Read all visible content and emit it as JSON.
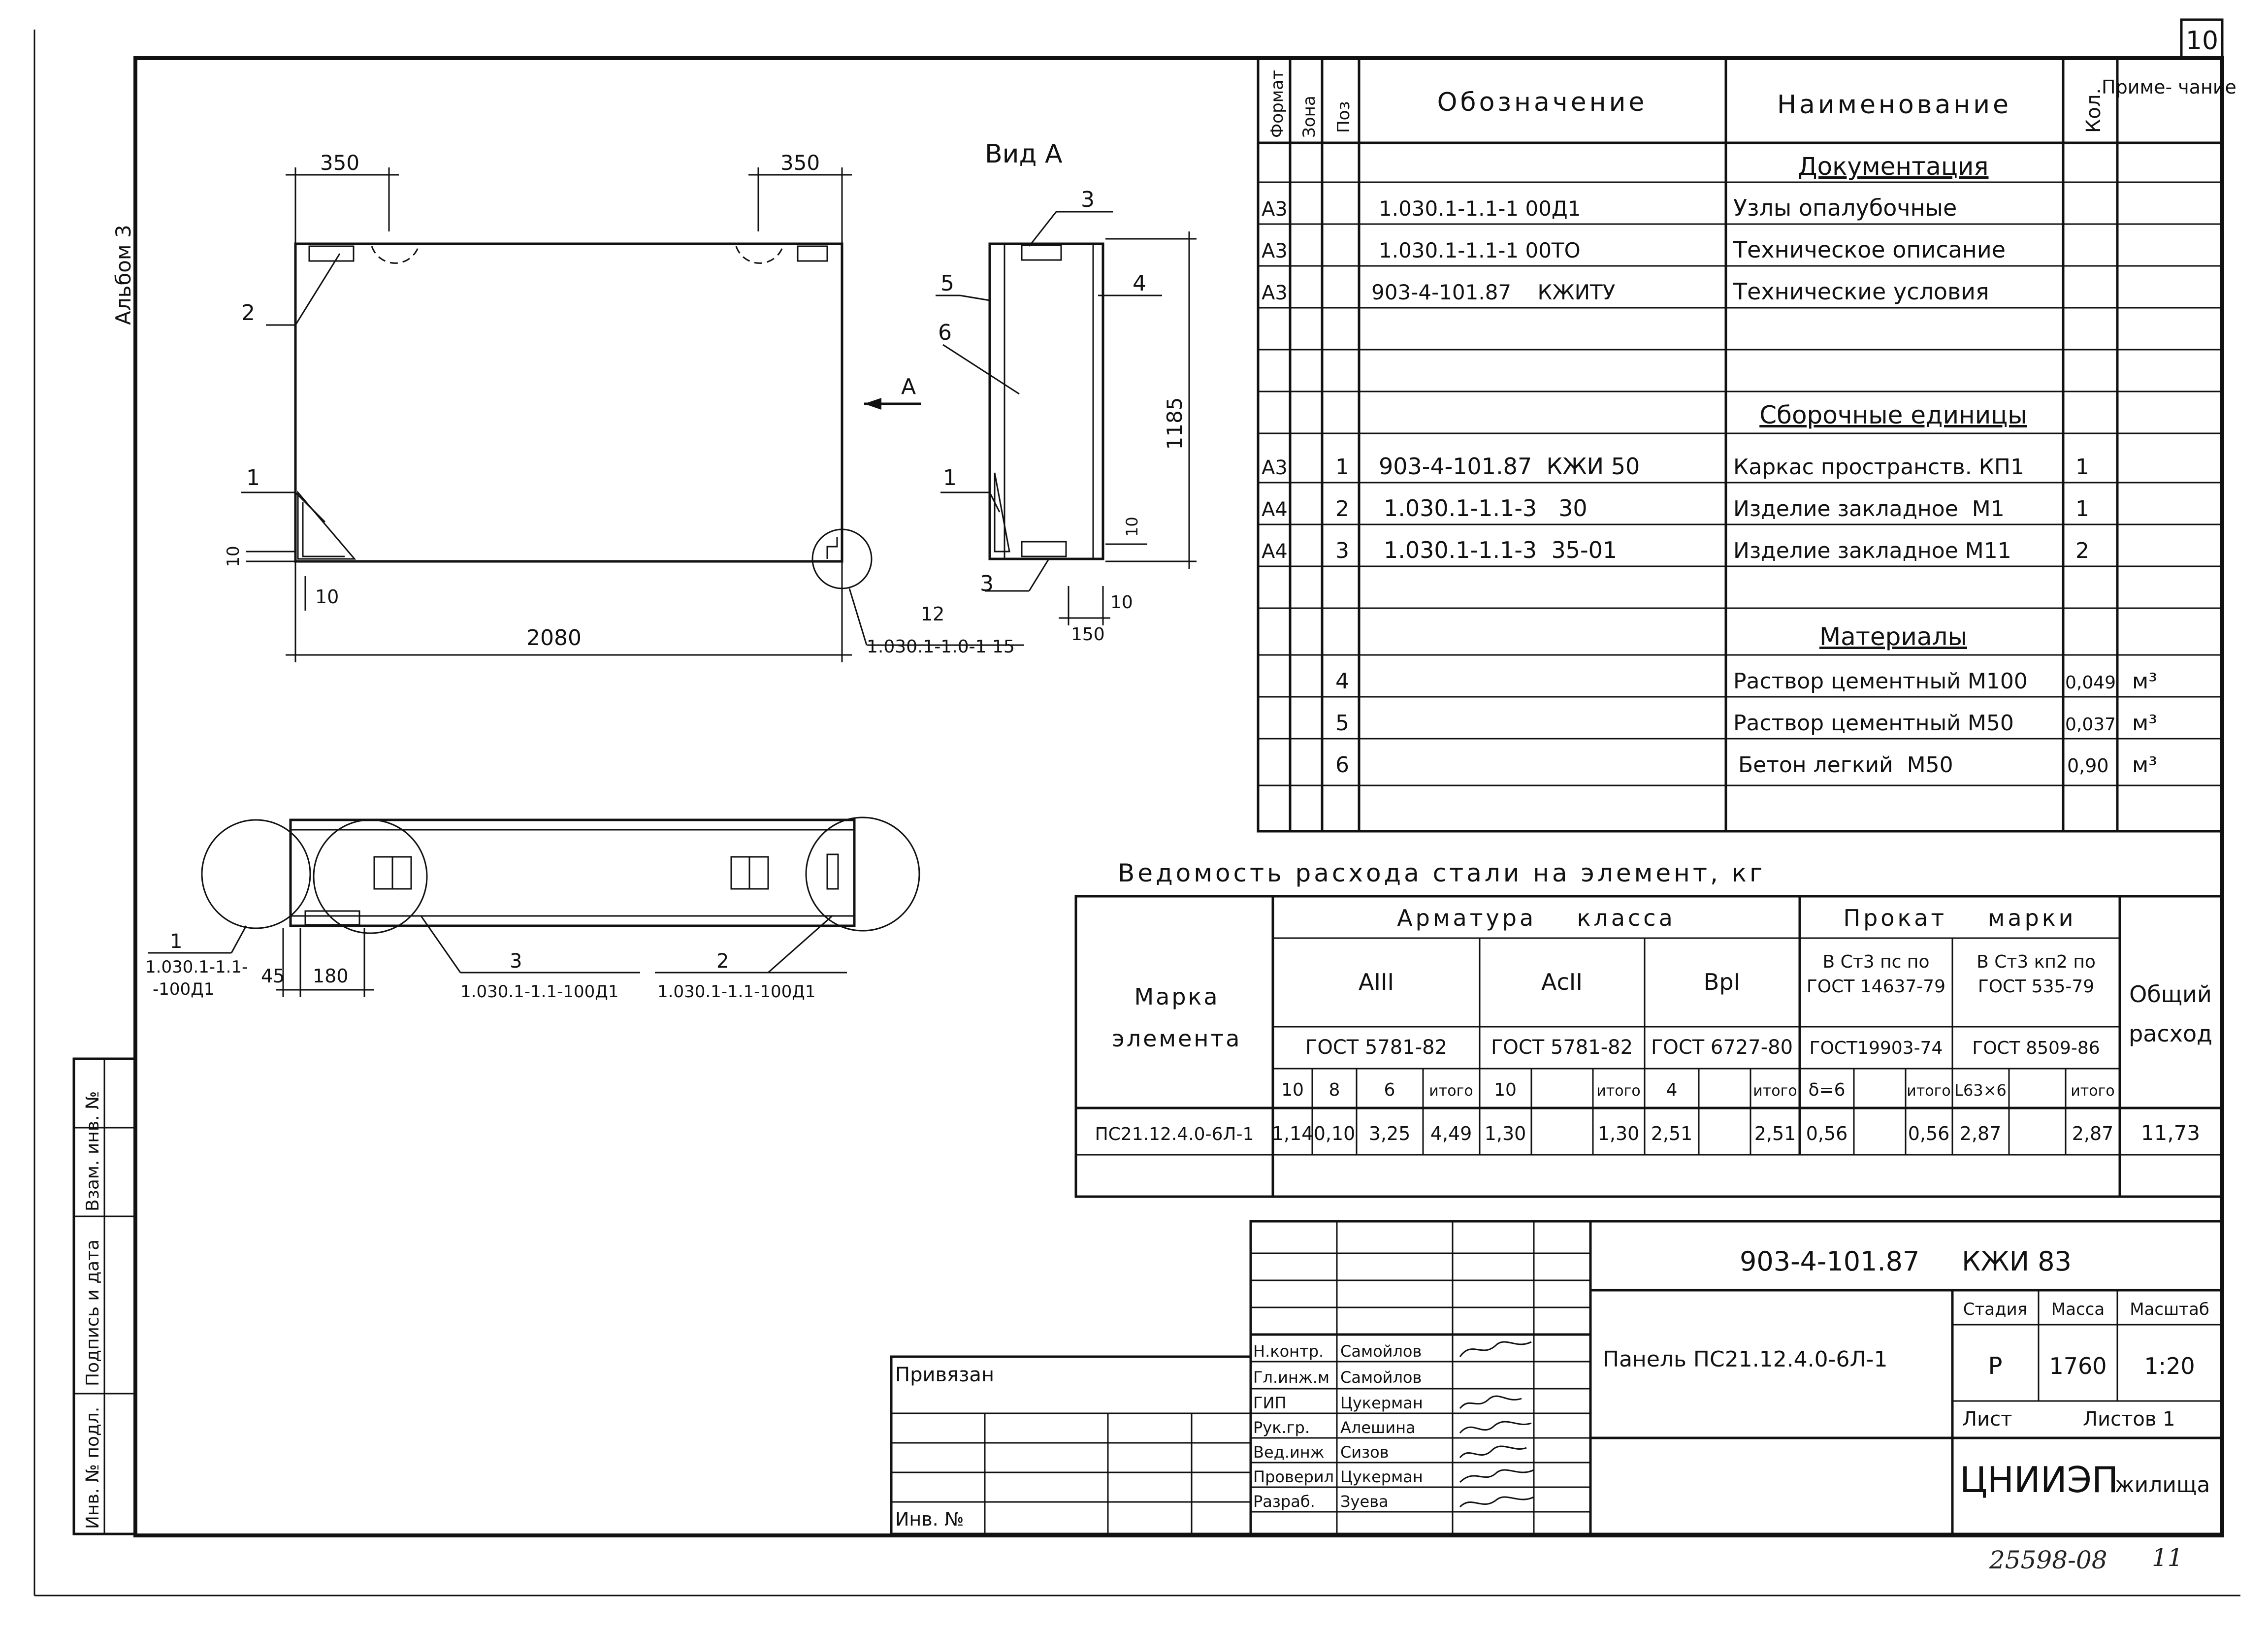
{
  "sheet_number": "10",
  "album_label": "Альбом 3",
  "left_margin": {
    "inv_podl": "Инв. № подл.",
    "podpis_data": "Подпись и дата",
    "vzam_inv": "Взам. инв. №"
  },
  "drawing": {
    "view_title": "Вид А",
    "dim_350_left": "350",
    "dim_350_right": "350",
    "dim_2080": "2080",
    "dim_1185": "1185",
    "dim_10_a": "10",
    "dim_10_b": "10",
    "dim_10_c": "10",
    "dim_10_d": "10",
    "dim_12": "12",
    "dim_150": "150",
    "dim_45": "45",
    "dim_180": "180",
    "ref_node_main": "1.030.1-1.0-1 15",
    "ref_1_line1": "1.030.1-1.1-",
    "ref_1_line2": "-100Д1",
    "ref_3": "1.030.1-1.1-100Д1",
    "ref_2": "1.030.1-1.1-100Д1",
    "arrow_a": "А",
    "callouts": [
      "1",
      "2",
      "3",
      "4",
      "5",
      "6"
    ]
  },
  "spec": {
    "headers": {
      "format": "Формат",
      "zone": "Зона",
      "pos": "Поз",
      "designation": "Обозначение",
      "name": "Наименование",
      "qty": "Кол.",
      "note": "Приме- чание"
    },
    "sections": {
      "documentation": "Документация",
      "assembly": "Сборочные единицы",
      "materials": "Материалы"
    },
    "rows": [
      {
        "format": "А3",
        "pos": "",
        "designation": "1.030.1-1.1-1 00Д1",
        "name": "Узлы опалубочные",
        "qty": "",
        "note": ""
      },
      {
        "format": "А3",
        "pos": "",
        "designation": "1.030.1-1.1-1 00ТО",
        "name": "Техническое описание",
        "qty": "",
        "note": ""
      },
      {
        "format": "А3",
        "pos": "",
        "designation": "903-4-101.87    КЖИТУ",
        "name": "Технические условия",
        "qty": "",
        "note": ""
      },
      {
        "format": "А3",
        "pos": "1",
        "designation": "903-4-101.87  КЖИ 50",
        "name": "Каркас пространств. КП1",
        "qty": "1",
        "note": ""
      },
      {
        "format": "А4",
        "pos": "2",
        "designation": "1.030.1-1.1-3   30",
        "name": "Изделие закладное  М1",
        "qty": "1",
        "note": ""
      },
      {
        "format": "А4",
        "pos": "3",
        "designation": "1.030.1-1.1-3  35-01",
        "name": "Изделие закладное М11",
        "qty": "2",
        "note": ""
      },
      {
        "format": "",
        "pos": "4",
        "designation": "",
        "name": "Раствор цементный М100",
        "qty": "0,049",
        "note": "м³"
      },
      {
        "format": "",
        "pos": "5",
        "designation": "",
        "name": "Раствор цементный М50",
        "qty": "0,037",
        "note": "м³"
      },
      {
        "format": "",
        "pos": "6",
        "designation": "",
        "name": "Бетон легкий  М50",
        "qty": "0,90",
        "note": "м³"
      }
    ]
  },
  "steel": {
    "title": "Ведомость расхода стали на элемент, кг",
    "mark_label_1": "Марка",
    "mark_label_2": "элемента",
    "armatura": "Арматура    класса",
    "prokat": "Прокат    марки",
    "total_1": "Общий",
    "total_2": "расход",
    "class_a3": "АIII",
    "class_ac2": "АсII",
    "class_vr1": "ВрI",
    "prokat_1a": "В Ст3 пс по",
    "prokat_1b": "ГОСТ 14637-79",
    "prokat_2a": "В Ст3 кп2 по",
    "prokat_2b": "ГОСТ 535-79",
    "gost_a3": "ГОСТ 5781-82",
    "gost_ac2": "ГОСТ 5781-82",
    "gost_vr1": "ГОСТ 6727-80",
    "gost_p1": "ГОСТ19903-74",
    "gost_p2": "ГОСТ 8509-86",
    "sub": [
      "10",
      "8",
      "6",
      "итого",
      "10",
      "",
      "итого",
      "4",
      "",
      "итого",
      "δ=6",
      "",
      "итого",
      "L63×6",
      "",
      "итого"
    ],
    "row_mark": "ПС21.12.4.0-6Л-1",
    "row_values": [
      "1,14",
      "0,10",
      "3,25",
      "4,49",
      "1,30",
      "",
      "1,30",
      "2,51",
      "",
      "2,51",
      "0,56",
      "",
      "0,56",
      "2,87",
      "",
      "2,87"
    ],
    "row_total": "11,73"
  },
  "title_block": {
    "project": "903-4-101.87     КЖИ 83",
    "privyazan": "Привязан",
    "inv_no": "Инв. №",
    "roles": [
      {
        "role": "Н.контр.",
        "name": "Самойлов"
      },
      {
        "role": "Гл.инж.м",
        "name": "Самойлов"
      },
      {
        "role": "ГИП",
        "name": "Цукерман"
      },
      {
        "role": "Рук.гр.",
        "name": "Алешина"
      },
      {
        "role": "Вед.инж",
        "name": "Сизов"
      },
      {
        "role": "Проверил",
        "name": "Цукерман"
      },
      {
        "role": "Разраб.",
        "name": "Зуева"
      }
    ],
    "panel_name": "Панель ПС21.12.4.0-6Л-1",
    "stage_label": "Стадия",
    "mass_label": "Масса",
    "scale_label": "Масштаб",
    "stage": "Р",
    "mass": "1760",
    "scale": "1:20",
    "sheet_label": "Лист",
    "sheets_label": "Листов 1",
    "org_big": "ЦНИИЭП",
    "org_small": "жилища",
    "doc_code": "25598-08",
    "doc_code_page": "11"
  }
}
